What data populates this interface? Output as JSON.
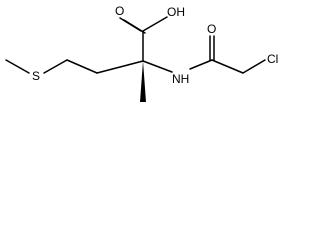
{
  "molecule": {
    "atoms": {
      "hydroxyl": "OH",
      "acid_oxygen": "O",
      "sulfur": "S",
      "nitrogen_h": "NH",
      "amide_oxygen": "O",
      "chlorine": "Cl"
    }
  },
  "colors": {
    "bond": "#000000",
    "label": "#000000",
    "background": "#ffffff"
  }
}
